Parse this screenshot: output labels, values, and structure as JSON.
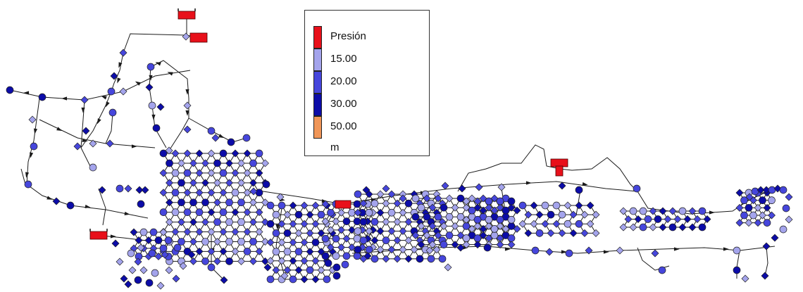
{
  "legend": {
    "title": "Presión",
    "ranges": [
      "15.00",
      "20.00",
      "30.00",
      "50.00"
    ],
    "unit": "m",
    "colors": [
      "#e8101a",
      "#a4a4ec",
      "#4646dc",
      "#0c0ca8",
      "#f09658"
    ]
  },
  "symbols": {
    "reservoir_color": "#e8101a",
    "pipe_color": "#1a1a1a",
    "node_outline": "#202020"
  },
  "icons": [
    "reservoir-icon",
    "tank-icon",
    "junction-node-icon",
    "flow-arrow-icon"
  ]
}
